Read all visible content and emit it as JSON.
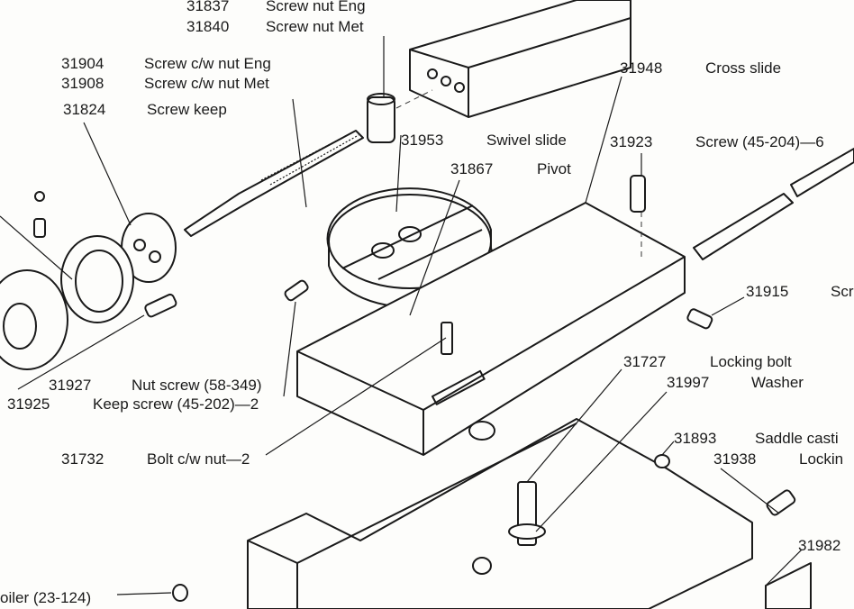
{
  "parts": [
    {
      "number": "31837",
      "description": "Screw nut Eng"
    },
    {
      "number": "31840",
      "description": "Screw nut Met"
    },
    {
      "number": "31904",
      "description": "Screw c/w nut Eng"
    },
    {
      "number": "31908",
      "description": "Screw c/w nut Met"
    },
    {
      "number": "31824",
      "description": "Screw keep"
    },
    {
      "number": "31948",
      "description": "Cross slide"
    },
    {
      "number": "31953",
      "description": "Swivel slide"
    },
    {
      "number": "31923",
      "description": "Screw (45-204)—6"
    },
    {
      "number": "31867",
      "description": "Pivot"
    },
    {
      "number": "31915",
      "description": "Scr"
    },
    {
      "number": "31727",
      "description": "Locking bolt"
    },
    {
      "number": "31997",
      "description": "Washer"
    },
    {
      "number": "31927",
      "description": "Nut screw (58-349)"
    },
    {
      "number": "31925",
      "description": "Keep screw (45-202)—2"
    },
    {
      "number": "31732",
      "description": "Bolt c/w nut—2"
    },
    {
      "number": "31893",
      "description": "Saddle casti"
    },
    {
      "number": "31938",
      "description": "Lockin"
    },
    {
      "number": "31982",
      "description": ""
    }
  ],
  "oiler_label": "oiler (23-124)"
}
